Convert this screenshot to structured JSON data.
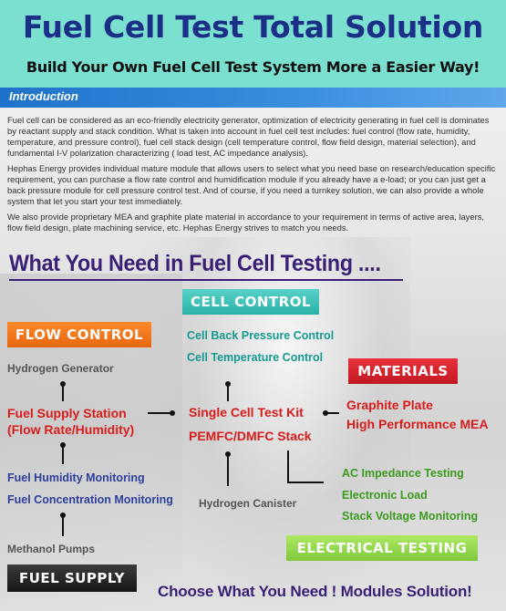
{
  "header": {
    "title": "Fuel Cell Test Total Solution",
    "subtitle": "Build Your Own Fuel Cell Test System More a Easier Way!"
  },
  "intro": {
    "heading": "Introduction",
    "paragraphs": [
      "Fuel cell can be considered as an eco-friendly electricity generator, optimization of electricity generating in fuel cell is dominates by reactant supply and stack condition. What is taken into account in fuel cell test includes: fuel control (flow rate, humidity, temperature, and pressure control), fuel cell stack design (cell temperature control, flow field design, material selection), and fundamental I-V polarization characterizing ( load test, AC impedance analysis).",
      "Hephas Energy provides individual mature module that allows users to select what you need base on research/education specific requirement, you can purchase a flow rate control and humidification module if you already have a e-load; or you can just get a back pressure module for cell pressure control test. And of course, if you need a turnkey solution, we can also provide a whole system that let you start your test immediately.",
      "We also provide proprietary MEA and graphite plate material in accordance to your requirement in terms of active area, layers, flow field design, plate machining service, etc. Hephas Energy strives to match you needs."
    ]
  },
  "main_heading": "What You Need in Fuel Cell Testing ....",
  "cell_control": {
    "label": "CELL CONTROL",
    "items": [
      "Cell Back Pressure Control",
      "Cell Temperature Control"
    ]
  },
  "flow_control": {
    "label": "FLOW CONTROL",
    "items": [
      "Hydrogen Generator",
      "Fuel Supply Station",
      "(Flow Rate/Humidity)",
      "Fuel Humidity Monitoring",
      "Fuel Concentration Monitoring",
      "Methanol Pumps"
    ]
  },
  "center": {
    "items": [
      "Single Cell Test Kit",
      "PEMFC/DMFC Stack"
    ],
    "canister": "Hydrogen Canister"
  },
  "materials": {
    "label": "MATERIALS",
    "items": [
      "Graphite Plate",
      "High Performance MEA"
    ]
  },
  "electrical_testing": {
    "label": "ELECTRICAL TESTING",
    "items": [
      "AC Impedance Testing",
      "Electronic Load",
      "Stack Voltage Monitoring"
    ]
  },
  "fuel_supply": {
    "label": "FUEL SUPPLY"
  },
  "closing": "Choose What You Need ! Modules Solution!",
  "colors": {
    "header_bg": "#7be0d0",
    "title": "#1b2f86",
    "intro_bar": "#1e72c9",
    "heading_purple": "#3a2075",
    "teal": "#149a8e",
    "orange": "#e66712",
    "red": "#d81c1c",
    "green": "#7fc93c",
    "blue_text": "#2c3f9d"
  }
}
